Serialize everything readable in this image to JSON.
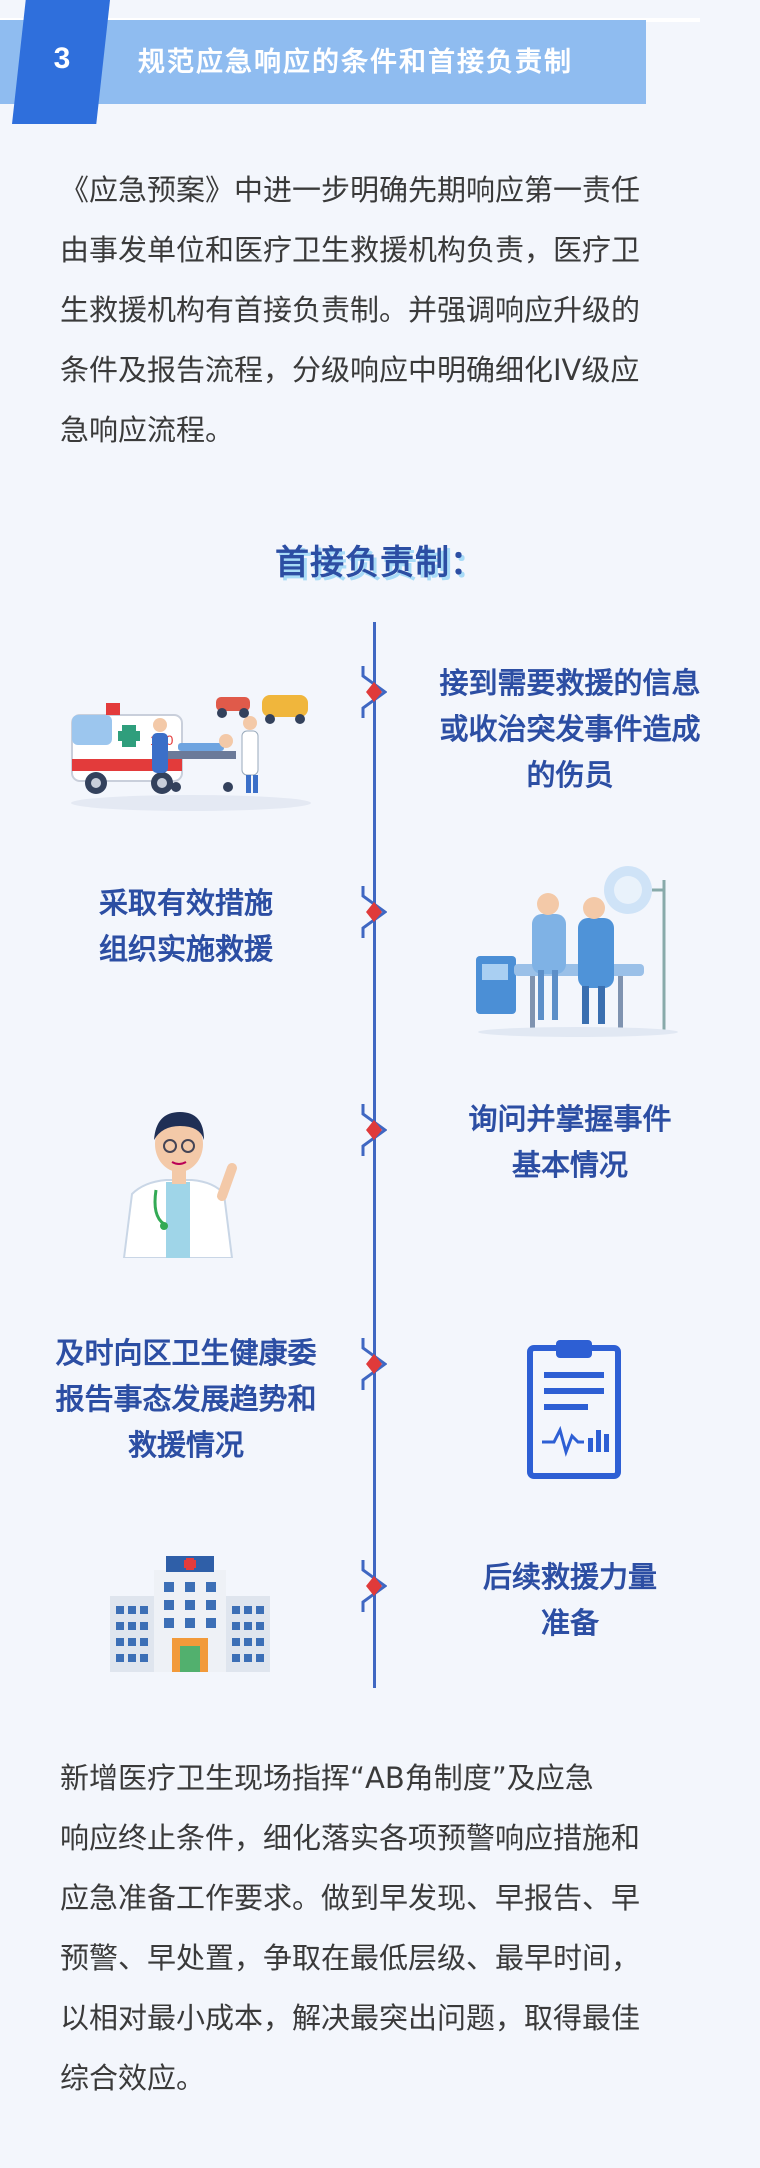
{
  "header": {
    "number": "3",
    "title": "规范应急响应的条件和首接负责制"
  },
  "intro": {
    "lines": [
      "《应急预案》中进一步明确先期响应第一责任",
      "由事发单位和医疗卫生救援机构负责，医疗卫",
      "生救援机构有首接负责制。并强调响应升级的",
      "条件及报告流程，分级响应中明确细化IV级应",
      "急响应流程。"
    ]
  },
  "section_title": "首接负责制：",
  "timeline": [
    {
      "lines": [
        "接到需要救援的信息",
        "或收治突发事件造成",
        "的伤员"
      ],
      "illustration": "ambulance-icon"
    },
    {
      "lines": [
        "采取有效措施",
        "组织实施救援"
      ],
      "illustration": "surgery-icon"
    },
    {
      "lines": [
        "询问并掌握事件",
        "基本情况"
      ],
      "illustration": "doctor-icon"
    },
    {
      "lines": [
        "及时向区卫生健康委",
        "报告事态发展趋势和",
        "救援情况"
      ],
      "illustration": "clipboard-icon"
    },
    {
      "lines": [
        "后续救援力量",
        "准备"
      ],
      "illustration": "hospital-icon"
    }
  ],
  "outro": {
    "lines": [
      "新增医疗卫生现场指挥“AB角制度”及应急",
      "响应终止条件，细化落实各项预警响应措施和",
      "应急准备工作要求。做到早发现、早报告、早",
      "预警、早处置，争取在最低层级、最早时间，",
      "以相对最小成本，解决最突出问题，取得最佳",
      "综合效应。"
    ]
  },
  "colors": {
    "primary": "#2f6fdc",
    "banner": "#8fbcf0",
    "heading": "#2c4ea3",
    "diamond": "#e03a3a",
    "background": "#f3f6fc"
  }
}
